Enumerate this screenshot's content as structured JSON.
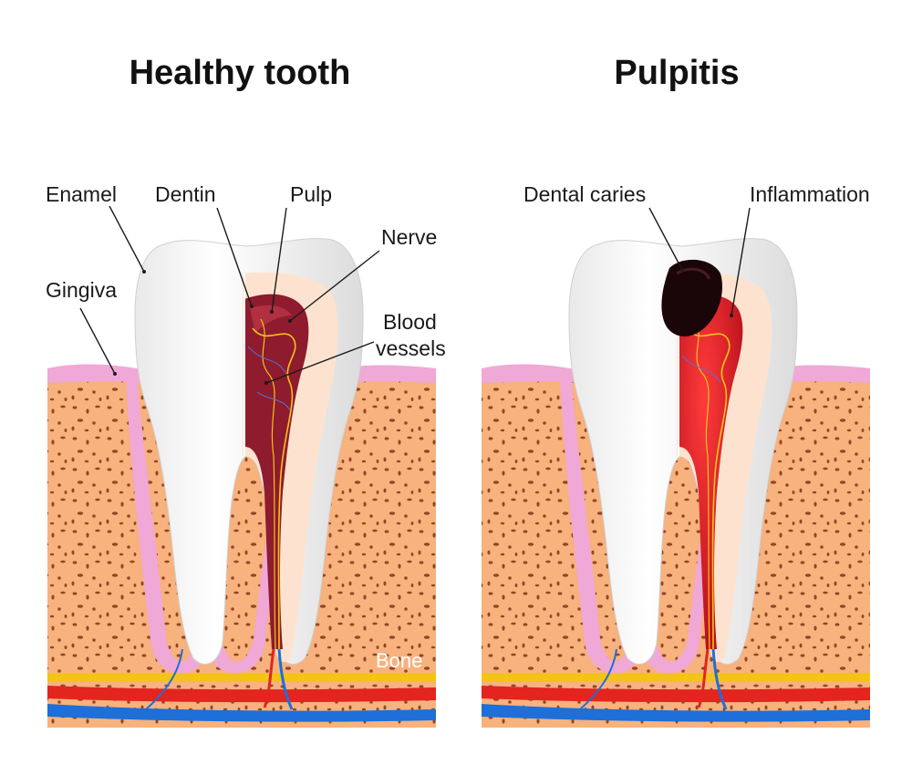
{
  "panels": [
    {
      "id": "healthy",
      "title": "Healthy tooth"
    },
    {
      "id": "pulpitis",
      "title": "Pulpitis"
    }
  ],
  "labels": {
    "enamel": "Enamel",
    "dentin": "Dentin",
    "pulp": "Pulp",
    "nerve": "Nerve",
    "blood_line1": "Blood",
    "blood_line2": "vessels",
    "gingiva": "Gingiva",
    "bone": "Bone",
    "dental_caries": "Dental caries",
    "inflammation": "Inflammation"
  },
  "colors": {
    "bone": "#f7b27d",
    "bone_spots": "#8a3a1c",
    "gingiva": "#f0a8d6",
    "enamel": "#ffffff",
    "dentin": "#fde3cf",
    "pulp_healthy": "#8e1b2e",
    "pulp_inflamed": "#e0202a",
    "nerve": "#f3c317",
    "artery": "#e3241f",
    "vein": "#1e6fd8",
    "caries": "#1a0508"
  }
}
